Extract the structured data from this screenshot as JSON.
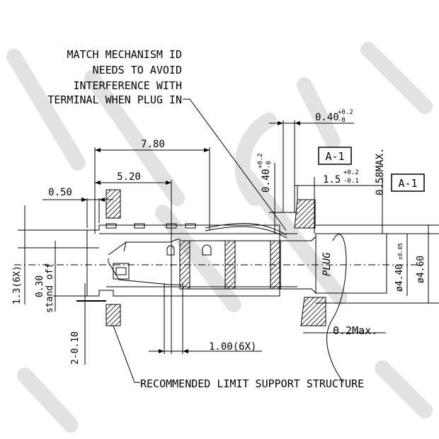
{
  "note_lines": [
    "MATCH MECHANISM ID",
    "NEEDS TO AVOID",
    "INTERFERENCE WITH",
    "TERMINAL WHEN PLUG IN"
  ],
  "recommended_label": "RECOMMENDED LIMIT SUPPORT STRUCTURE",
  "plug_label": "PLUG",
  "datum_ref_1": "A-1",
  "datum_ref_2": "A-1",
  "dims": {
    "d_780": "7.80",
    "d_520": "5.20",
    "d_050": "0.50",
    "d_13_6x": "1.3(6X)",
    "d_030": "0.30",
    "stand_off": "stand off",
    "d_2_010": "2-0.10",
    "d_100_6x": "1.00(6X)",
    "d_040_top": "0.40",
    "d_040_top_tol_plus": "+0.2",
    "d_040_top_tol_minus": "-0",
    "d_040_vert": "0.40",
    "d_040_vert_tol_plus": "+0.2",
    "d_040_vert_tol_minus": "-0",
    "d_15": "1.5",
    "d_15_tol_plus": "+0.2",
    "d_15_tol_minus": "-0.1",
    "d_058": "0.58MAX.",
    "d_02": "0.2Max.",
    "d_440": "ø4.40",
    "d_440_tol": "±0.05",
    "d_460": "ø4.60"
  }
}
